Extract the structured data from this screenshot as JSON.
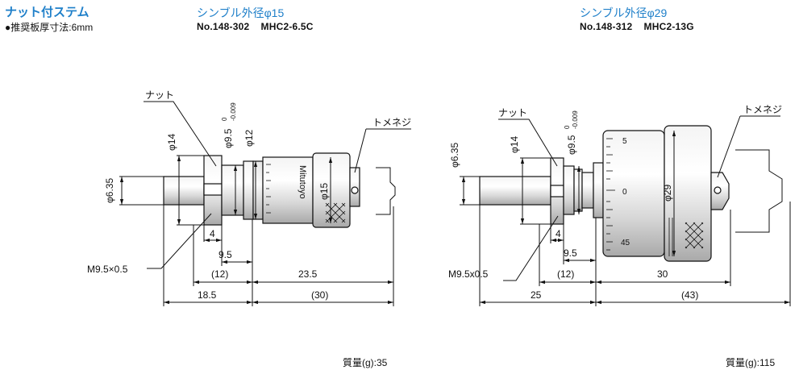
{
  "header": {
    "title": "ナット付ステム",
    "spec": "●推奨板厚寸法:6mm"
  },
  "left": {
    "subtitle": "シンブル外径φ15",
    "model_no": "No.148-302",
    "model_code": "MHC2-6.5C",
    "brand": "Mitutoyo",
    "labels": {
      "nut": "ナット",
      "lock_screw": "トメネジ",
      "thread": "M9.5×0.5"
    },
    "dims": {
      "d_stem": "φ6.35",
      "d_nut": "φ14",
      "d_thread": "φ9.5",
      "d_thread_tol_upper": "0",
      "d_thread_tol_lower": "-0.009",
      "d_sleeve": "φ12",
      "d_thimble": "φ15",
      "l_nut": "4",
      "l_thread": "9.5",
      "l_ref": "(12)",
      "l_body": "23.5",
      "l_stem": "18.5",
      "l_total": "(30)"
    },
    "mass": "質量(g):35"
  },
  "right": {
    "subtitle": "シンブル外径φ29",
    "model_no": "No.148-312",
    "model_code": "MHC2-13G",
    "labels": {
      "nut": "ナット",
      "lock_screw": "トメネジ",
      "thread": "M9.5x0.5"
    },
    "scale": [
      "5",
      "0",
      "45"
    ],
    "dims": {
      "d_stem": "φ6.35",
      "d_nut": "φ14",
      "d_thread": "φ9.5",
      "d_thread_tol_upper": "0",
      "d_thread_tol_lower": "-0.009",
      "d_thimble": "φ29",
      "l_nut": "4",
      "l_thread": "9.5",
      "l_ref": "(12)",
      "l_body": "30",
      "l_stem": "25",
      "l_total": "(43)"
    },
    "mass": "質量(g):115"
  }
}
